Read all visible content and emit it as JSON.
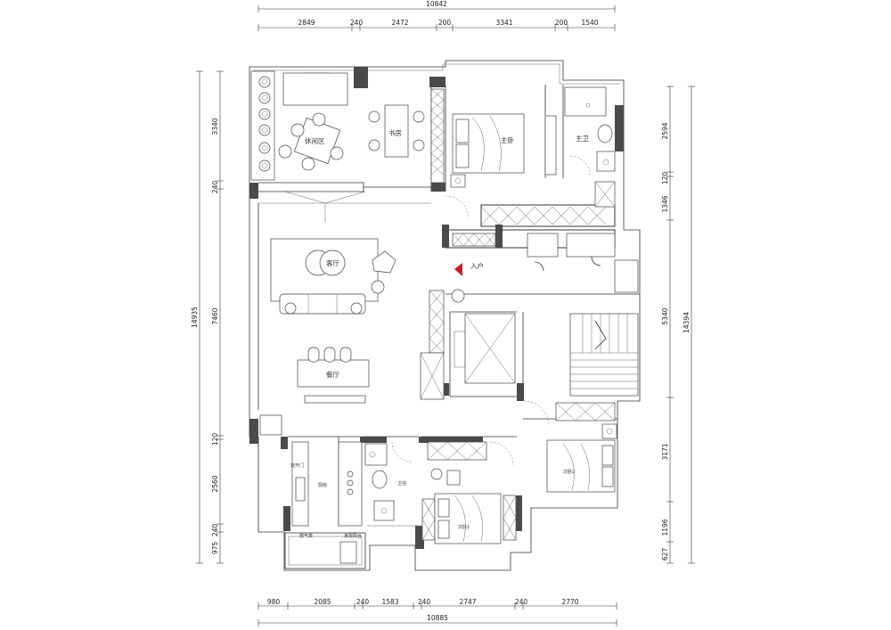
{
  "dimensions": {
    "top_total": "10842",
    "top": [
      "2849",
      "240",
      "2472",
      "200",
      "3341",
      "200",
      "1540"
    ],
    "bottom_total": "10885",
    "bottom": [
      "980",
      "2085",
      "240",
      "1583",
      "240",
      "2747",
      "240",
      "2770"
    ],
    "left_total": "14935",
    "left": [
      "3340",
      "240",
      "7460",
      "120",
      "2560",
      "240",
      "975"
    ],
    "right_total": "14394",
    "right": [
      "2594",
      "120",
      "1346",
      "5340",
      "3171",
      "1196",
      "627"
    ]
  },
  "rooms": {
    "leisure": "休闲区",
    "study": "书房",
    "master_bedroom": "主卧",
    "master_bath": "主卫",
    "living": "客厅",
    "entrance": "入户",
    "dining": "餐厅",
    "kitchen": "厨房",
    "fridge": "双开门",
    "bathroom": "卫浴",
    "bedroom_2": "次卧2",
    "bedroom_1": "次卧1",
    "balcony": "家政阳台",
    "boiler": "燃气表"
  },
  "colors": {
    "wall_fill": "#4a4a4a",
    "entrance_marker": "#c0202a",
    "line": "#333333"
  }
}
